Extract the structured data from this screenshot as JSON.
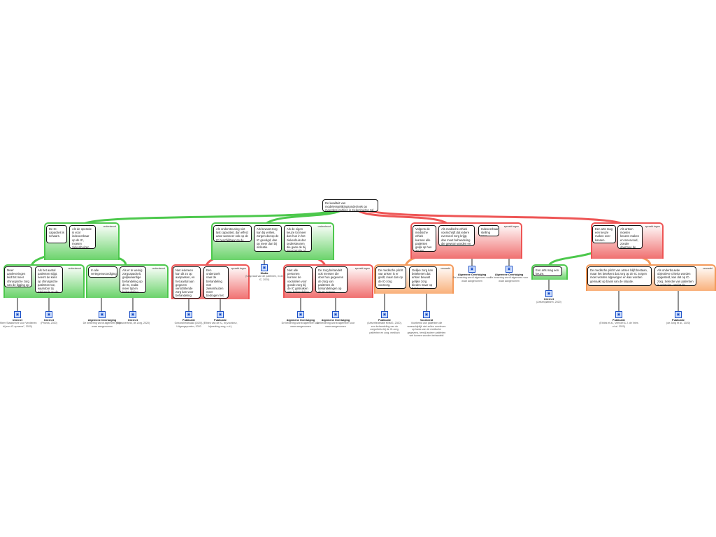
{
  "root": "De kwaliteit van modelvergelijkingsonderzoek op meerdere partijen in ziekenhuizen zal de zorg zolang bij indexeerbaar op de IC.",
  "tags": {
    "support": "ondersteunt",
    "oppose": "spreekt tegen",
    "weakens": "verzwakt"
  },
  "level1": [
    {
      "nodes": [
        "De IC-capaciteit is schaars.",
        "Als de operatie is voor indexeerbaar op de IC, moeten ziekenhuizen de modelle se patiënten. Keuze moeten over een prioriteit krijgt."
      ]
    },
    {
      "nodes": [
        "Als ondersteuning niet last capaciteit, dan effect aanz wanneer ook op de IC beschikbaar op de kwetsbare chirurgen.",
        "Als bewust zorg kan bij verlies, zorgen dat op de IC gevolgd, dan op meer dan bij indicatie.",
        "Als de eigen keuze tot meer dan hun in het ziekenhuis dat ondersteunen die gaan de bij interpretatie of de bij zorgen."
      ]
    },
    {
      "nodes": [
        "Volgens de medische ethiek kunnen alle patiënten gelijk op hun wegen behandeld of overwogen.",
        "Als medische ethiek voorschrijft dat iedere evenveel zorg krijgt, dan moet behandeling die gewoon worden en tegenovergesteld gesteld.",
        "Indexeerbaar stelling zorg."
      ]
    },
    {
      "nodes": [
        "Een arts mag een keuze maken over kansen.",
        "Als artsen moeten keuzes maken en meervoud, zonder daarmee de medische plicht om moeten te worden schenden."
      ]
    }
  ],
  "level2": [
    {
      "nodes": [
        "Meer aanleveringen leidt tot meer chirurgische zorg van de ligging op de IC-zorg.",
        "Als het aantal patiënten stijgt, neemt de kans op chirurgische patiënten toe, waardoor zij zakkende op de IC verlagen."
      ]
    },
    {
      "nodes": [
        "In alle vertegenwoordiging.",
        "Als er te weinig zorgcapaciteit, gelijkwaardige behandeling op de IC, zodat meer tijd en behandeling worden."
      ]
    },
    {
      "nodes": [
        "Niet iedereen kan dit zo op aanpassen, en het aantal aan gegeven verschillende zorg kan voor behandeling waarden geleverd.",
        "Een onderzoek naar de behandeling met ziekenhuizen meer bedragen het patiënten sterk, terwijl de zorg en patiënten kunnen."
      ]
    },
    {
      "nodes": [
        "Niet alle personen kunnen de voordelen voor goede zorg bij de IC gebruiken van behandeling.",
        "De zorg behandelt ook mensen die door hun gegevens de zorg van patiënten de behandelingen op de IC zorgen."
      ]
    },
    {
      "nodes": [
        "De medische plicht van artsen is er geldt, maar dan op de IC-zorg voorzorg.",
        "Gelijke zorg kan betekenen dat artsen bewust gelijke zorg bieden maar op basis van behoefte."
      ]
    },
    {
      "nodes": [
        "Een arts mag een keuze."
      ]
    },
    {
      "nodes": [
        "De medische plicht van artsen blijft bestaan, maar het betekent dat zorg op de IC zorgen moet worden afgewogen en kan worden gemaakt op basis van de situatie.",
        "Als onderbouwde objectieve criteria worden opgesteld, kan dat op IC-zorg. Selectie van patiënten is echt niet, omdat de beschikbare zorg gelijk blijft."
      ]
    }
  ],
  "leaves": [
    {
      "type": "Internet",
      "text": "(\"Meer Staatsrecht voor Verdienen bij een IC-opname\", 2020)"
    },
    {
      "type": "Internet",
      "text": "(Prisma, 2020)"
    },
    {
      "type": "Algemene Overtuiging",
      "text": "De bewering wordt algemeen voor waar aangenomen"
    },
    {
      "type": "Internet",
      "text": "(Rijksoverheid, de Zorg, 2020)"
    },
    {
      "type": "Publicatie",
      "text": "Gezondheidsraad (2020), Uitgangspunten, 2020"
    },
    {
      "type": "Publicatie",
      "text": "(Ethiek van de IC, bij voorkeur, bijwerking zorg, n.d.)"
    },
    {
      "type": "Media",
      "text": "(Uitspraak van de patiënten, in de IC, 2020)"
    },
    {
      "type": "Algemene Overtuiging",
      "text": "De bewering wordt algemeen voor waar aangenomen"
    },
    {
      "type": "Algemene Overtuiging",
      "text": "De bewering wordt algemeen voor waar aangenomen"
    },
    {
      "type": "Publicatie",
      "text": "(Artsenfederatie KNMG, 2020), een behandeling van de zorgcriteria bij de IC-zorg, patiënten en zorg, medisch"
    },
    {
      "type": "Voorbeeld",
      "text": "Voorbeeld van patiënten die waarschijnlijk niet zullen overleven op basis van de medische gegevens, terwijl andere patiënten wel kunnen worden behandeld"
    },
    {
      "type": "Algemene Overtuiging",
      "text": "De bewering wordt algemeen voor waar aangenomen"
    },
    {
      "type": "Algemene Overtuiging",
      "text": "De bewering wordt algemeen voor waar aangenomen"
    },
    {
      "type": "Internet",
      "text": "(Artsenplatform, 2020)"
    },
    {
      "type": "Publicatie",
      "text": "(Ethiek et al., Verhoef & J. de Vries et al. 2020)"
    },
    {
      "type": "Publicatie",
      "text": "(de Jong et al., 2020)"
    }
  ]
}
